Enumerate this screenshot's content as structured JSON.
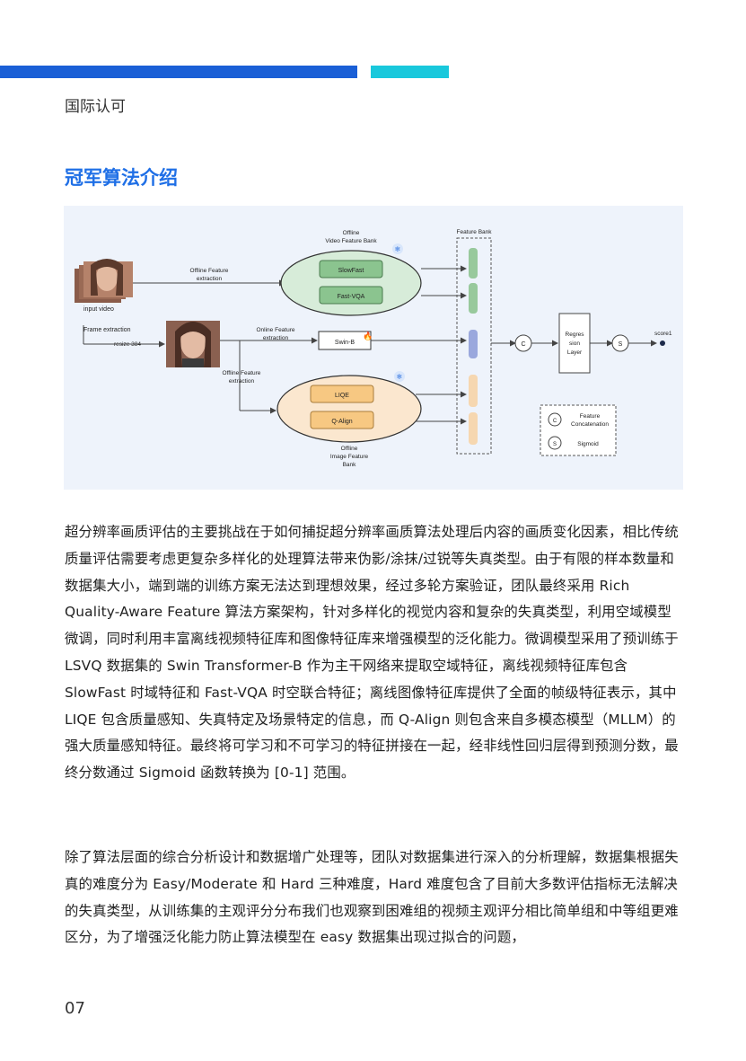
{
  "header": {
    "section_label": "国际认可",
    "title": "冠军算法介绍",
    "accent_colors": {
      "primary_bar": "#1a5fd6",
      "secondary_bar": "#19c8dc",
      "title": "#1f6fe6"
    }
  },
  "figure": {
    "input_video": "input video",
    "frame_extraction": "Frame extraction",
    "resize": "resize 384",
    "offline_feature_extraction": [
      "Offline Feature",
      "extraction"
    ],
    "online_feature_extraction": [
      "Online Feature",
      "extraction"
    ],
    "offline_feature_extraction_2": [
      "Offline Feature",
      "extraction"
    ],
    "video_bank_title": [
      "Offline",
      "Video Feature Bank"
    ],
    "image_bank_title": [
      "Offline",
      "Image Feature",
      "Bank"
    ],
    "feature_bank": "Feature Bank",
    "slowfast": "SlowFast",
    "fast_vqa": "Fast-VQA",
    "swin_b": "Swin-B",
    "liqe": "LIQE",
    "q_align": "Q-Align",
    "concat_symbol": "C",
    "sigmoid_symbol": "S",
    "regression_layer": [
      "Regres",
      "sion",
      "Layer"
    ],
    "score": "score1",
    "legend": {
      "concat": [
        "Feature",
        "Concatenation"
      ],
      "sigmoid": "Sigmoid"
    },
    "icons": [
      "snowflake-icon",
      "fire-icon",
      "snowflake-icon"
    ]
  },
  "paragraphs": [
    "超分辨率画质评估的主要挑战在于如何捕捉超分辨率画质算法处理后内容的画质变化因素，相比传统质量评估需要考虑更复杂多样化的处理算法带来伪影/涂抹/过锐等失真类型。由于有限的样本数量和数据集大小，端到端的训练方案无法达到理想效果，经过多轮方案验证，团队最终采用 Rich Quality-Aware Feature 算法方案架构，针对多样化的视觉内容和复杂的失真类型，利用空域模型微调，同时利用丰富离线视频特征库和图像特征库来增强模型的泛化能力。微调模型采用了预训练于 LSVQ 数据集的 Swin Transformer-B 作为主干网络来提取空域特征，离线视频特征库包含 SlowFast 时域特征和 Fast-VQA 时空联合特征；离线图像特征库提供了全面的帧级特征表示，其中 LIQE 包含质量感知、失真特定及场景特定的信息，而 Q-Align 则包含来自多模态模型（MLLM）的强大质量感知特征。最终将可学习和不可学习的特征拼接在一起，经非线性回归层得到预测分数，最终分数通过 Sigmoid 函数转换为 [0-1] 范围。",
    "除了算法层面的综合分析设计和数据增广处理等，团队对数据集进行深入的分析理解，数据集根据失真的难度分为 Easy/Moderate 和 Hard 三种难度，Hard 难度包含了目前大多数评估指标无法解决的失真类型，从训练集的主观评分分布我们也观察到困难组的视频主观评分相比简单组和中等组更难区分，为了增强泛化能力防止算法模型在 easy 数据集出现过拟合的问题，"
  ],
  "footer": {
    "page_number": "07"
  }
}
